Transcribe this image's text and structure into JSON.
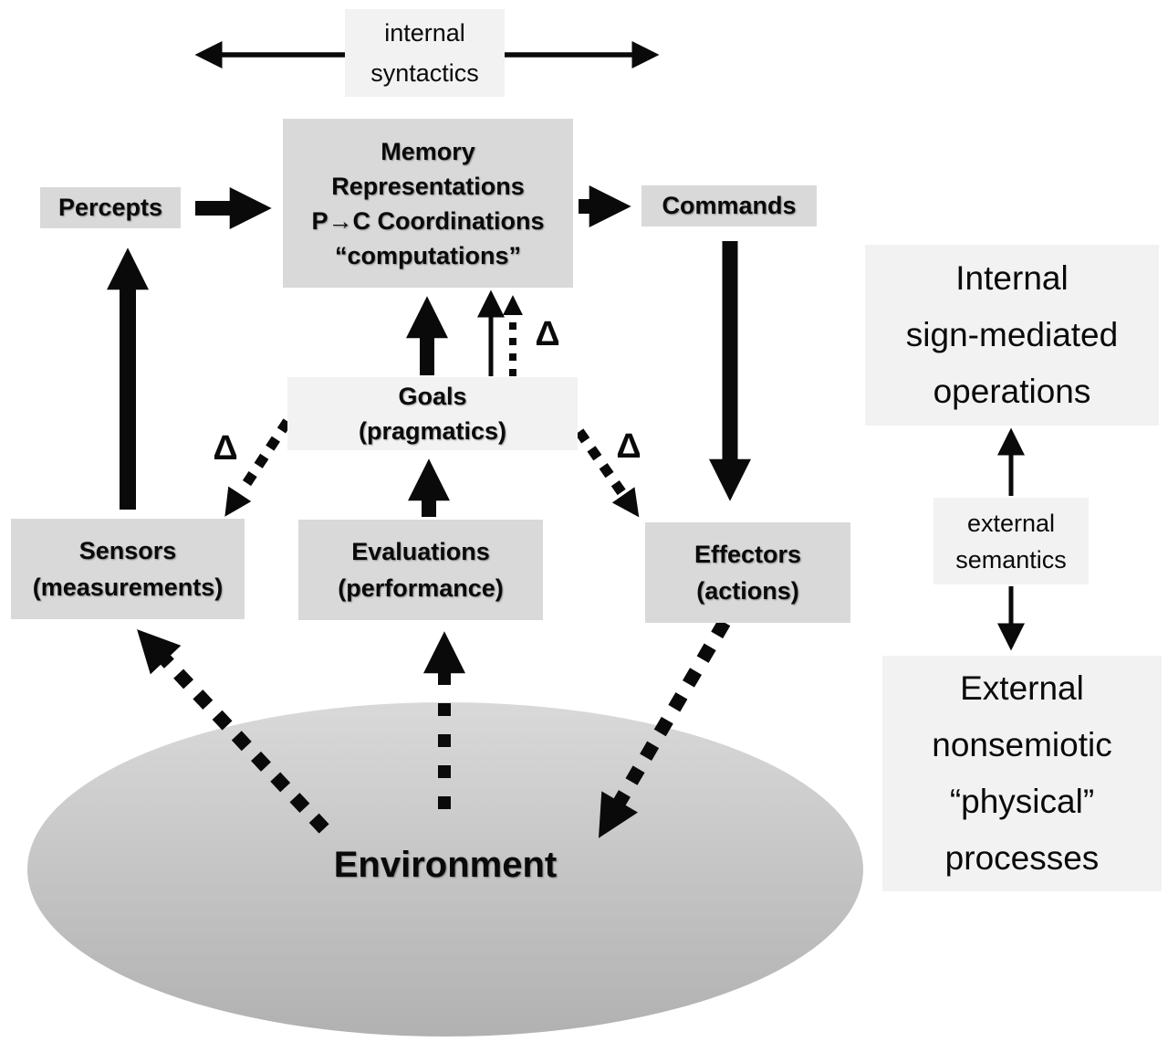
{
  "figure": {
    "type": "diagram",
    "description": "Semiotic control-system diagram: internal sign-mediated operations versus external nonsemiotic physical processes"
  },
  "colors": {
    "background": "#ffffff",
    "box_gray": "#d9d9d9",
    "box_light": "#f2f2f2",
    "arrow_black": "#0a0a0a",
    "ellipse_top": "#d9d9d9",
    "ellipse_bottom": "#b1b1b1"
  },
  "nodes": {
    "internal_syntactics": {
      "label": "internal\nsyntactics"
    },
    "memory": {
      "label": "Memory\nRepresentations\nP→C Coordinations\n“computations”"
    },
    "percepts": {
      "label": "Percepts"
    },
    "commands": {
      "label": "Commands"
    },
    "goals": {
      "label": "Goals\n(pragmatics)"
    },
    "sensors": {
      "label": "Sensors\n(measurements)"
    },
    "evaluations": {
      "label": "Evaluations\n(performance)"
    },
    "effectors": {
      "label": "Effectors\n(actions)"
    },
    "environment": {
      "label": "Environment"
    },
    "internal_operations": {
      "label": "Internal\nsign-mediated\noperations"
    },
    "external_semantics": {
      "label": "external\nsemantics"
    },
    "external_processes": {
      "label": "External\nnonsemiotic\n“physical”\nprocesses"
    }
  },
  "annotations": {
    "delta_top": "Δ",
    "delta_left": "Δ",
    "delta_right": "Δ"
  },
  "edges": [
    {
      "from": "percepts",
      "to": "memory",
      "style": "thick-solid"
    },
    {
      "from": "memory",
      "to": "commands",
      "style": "thick-solid"
    },
    {
      "from": "sensors",
      "to": "percepts",
      "style": "thick-solid"
    },
    {
      "from": "commands",
      "to": "effectors",
      "style": "thick-solid"
    },
    {
      "from": "goals",
      "to": "memory",
      "style": "thick-solid"
    },
    {
      "from": "goals",
      "to": "memory",
      "style": "thin-solid"
    },
    {
      "from": "goals",
      "to": "memory",
      "style": "dotted",
      "note": "Δ"
    },
    {
      "from": "evaluations",
      "to": "goals",
      "style": "thick-solid"
    },
    {
      "from": "goals",
      "to": "sensors",
      "style": "dotted",
      "note": "Δ"
    },
    {
      "from": "goals",
      "to": "effectors",
      "style": "dotted",
      "note": "Δ"
    },
    {
      "from": "environment",
      "to": "sensors",
      "style": "dashed-diamond"
    },
    {
      "from": "environment",
      "to": "evaluations",
      "style": "dashed-square"
    },
    {
      "from": "effectors",
      "to": "environment",
      "style": "dashed-diamond"
    },
    {
      "from": "internal_syntactics",
      "to": "internal_syntactics",
      "style": "horizontal-double-arrow"
    },
    {
      "from": "internal_operations",
      "to": "external_processes",
      "style": "double-arrow",
      "via": "external_semantics"
    }
  ]
}
